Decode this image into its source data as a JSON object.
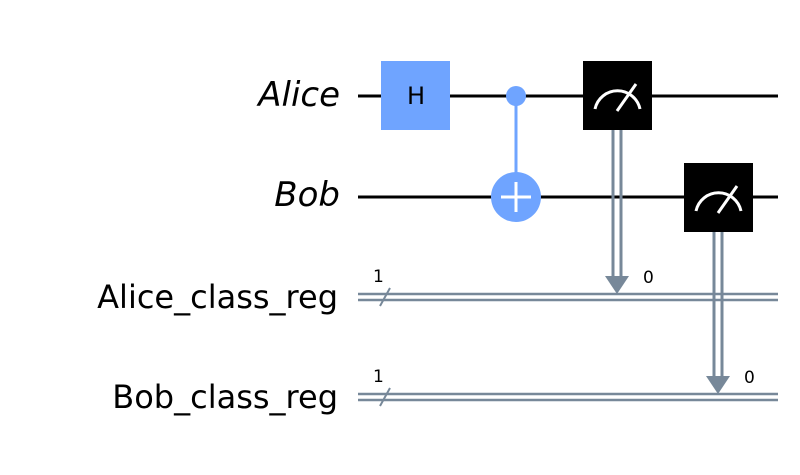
{
  "circuit": {
    "qubits": [
      {
        "label": "Alice"
      },
      {
        "label": "Bob"
      }
    ],
    "classical_registers": [
      {
        "label": "Alice_class_reg",
        "size": "1"
      },
      {
        "label": "Bob_class_reg",
        "size": "1"
      }
    ],
    "gates": [
      {
        "type": "H",
        "label": "H",
        "target": "Alice"
      },
      {
        "type": "CX",
        "control": "Alice",
        "target": "Bob"
      },
      {
        "type": "measure",
        "qubit": "Alice",
        "creg": "Alice_class_reg",
        "bit_label": "0"
      },
      {
        "type": "measure",
        "qubit": "Bob",
        "creg": "Bob_class_reg",
        "bit_label": "0"
      }
    ],
    "colors": {
      "wire": "#000000",
      "classical_wire": "#778899",
      "h_gate": "#6fa4ff",
      "cx_gate": "#6fa4ff",
      "measure_gate": "#000000",
      "measure_symbol": "#ffffff"
    }
  }
}
